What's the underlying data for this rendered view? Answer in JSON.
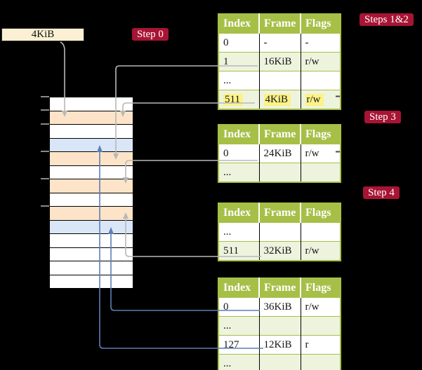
{
  "frame_size_label": "4KiB",
  "step_badges": [
    {
      "label": "Step 0"
    },
    {
      "label": "Steps 1&2"
    },
    {
      "label": "Step 3"
    },
    {
      "label": "Step 4"
    }
  ],
  "memory_column": {
    "rows": [
      "free",
      "table",
      "free",
      "page",
      "table",
      "free",
      "table",
      "free",
      "table",
      "page",
      "free",
      "free",
      "free",
      "free"
    ]
  },
  "tables": [
    {
      "headers": [
        "Index",
        "Frame",
        "Flags"
      ],
      "rows": [
        {
          "cells": [
            "0",
            "-",
            "-"
          ]
        },
        {
          "cells": [
            "1",
            "16KiB",
            "r/w"
          ]
        },
        {
          "cells": [
            "...",
            "",
            ""
          ]
        },
        {
          "cells": [
            "511",
            "4KiB",
            "r/w"
          ],
          "highlighted": true
        }
      ]
    },
    {
      "headers": [
        "Index",
        "Frame",
        "Flags"
      ],
      "rows": [
        {
          "cells": [
            "0",
            "24KiB",
            "r/w"
          ]
        },
        {
          "cells": [
            "...",
            "",
            ""
          ]
        }
      ]
    },
    {
      "headers": [
        "Index",
        "Frame",
        "Flags"
      ],
      "rows": [
        {
          "cells": [
            "...",
            "",
            ""
          ]
        },
        {
          "cells": [
            "511",
            "32KiB",
            "r/w"
          ]
        }
      ]
    },
    {
      "headers": [
        "Index",
        "Frame",
        "Flags"
      ],
      "rows": [
        {
          "cells": [
            "0",
            "36KiB",
            "r/w"
          ]
        },
        {
          "cells": [
            "...",
            "",
            ""
          ]
        },
        {
          "cells": [
            "127",
            "12KiB",
            "r"
          ]
        },
        {
          "cells": [
            "...",
            "",
            ""
          ]
        }
      ]
    }
  ],
  "colors": {
    "background": "#000000",
    "badge_red": "#a81434",
    "table_header_green": "#a6bf47",
    "table_row_shaded": "#eef3de",
    "highlight_yellow": "#fcf286",
    "frame_label_bg": "#fbf0d3",
    "mem_free": "#ffffff",
    "mem_table_frame": "#fde4c8",
    "mem_mapped_page": "#d9e6f7",
    "arrow_gray": "#b8b8b8",
    "arrow_blue": "#5b7fb5"
  }
}
